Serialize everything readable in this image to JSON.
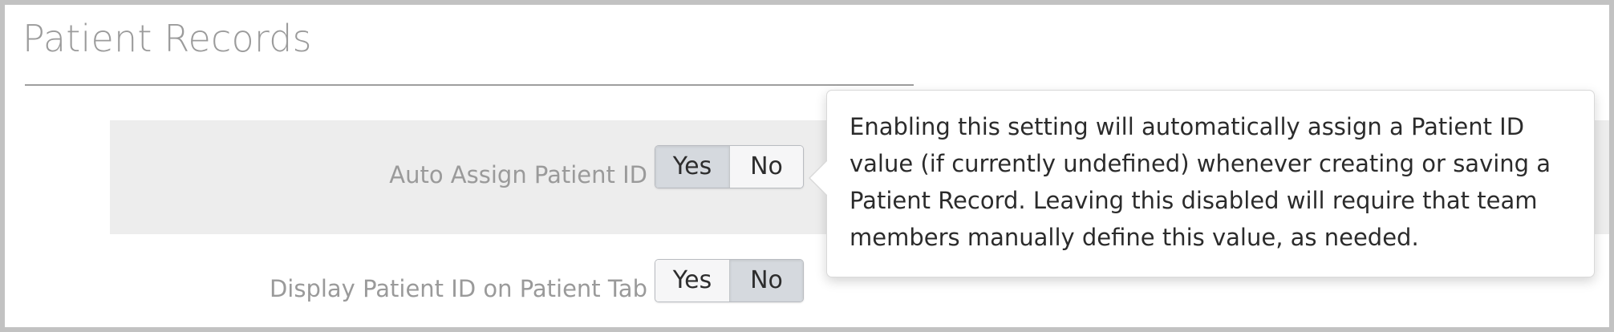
{
  "page": {
    "title": "Patient Records"
  },
  "settings": [
    {
      "label": "Auto Assign Patient ID",
      "striped": true,
      "options": [
        "Yes",
        "No"
      ],
      "selected": "Yes"
    },
    {
      "label": "Display Patient ID on Patient Tab",
      "striped": false,
      "options": [
        "Yes",
        "No"
      ],
      "selected": "No"
    }
  ],
  "tooltip": {
    "visible": true,
    "anchor_setting": "Auto Assign Patient ID",
    "text": "Enabling this setting will automatically assign a Patient ID value (if currently undefined) whenever creating or saving a Patient Record. Leaving this disabled will require that team members manually define this value, as needed."
  },
  "colors": {
    "frame_border": "#c2c2c2",
    "title_text": "#9b9b9b",
    "label_text": "#9a9a9a",
    "row_stripe": "#ededed",
    "toggle_selected": "#d5d9de",
    "toggle_unselected": "#f6f6f7",
    "toggle_border": "#b9bcc1",
    "tooltip_bg": "#ffffff",
    "tooltip_text": "#2b2b2b",
    "tooltip_border": "#d9d9d9"
  }
}
